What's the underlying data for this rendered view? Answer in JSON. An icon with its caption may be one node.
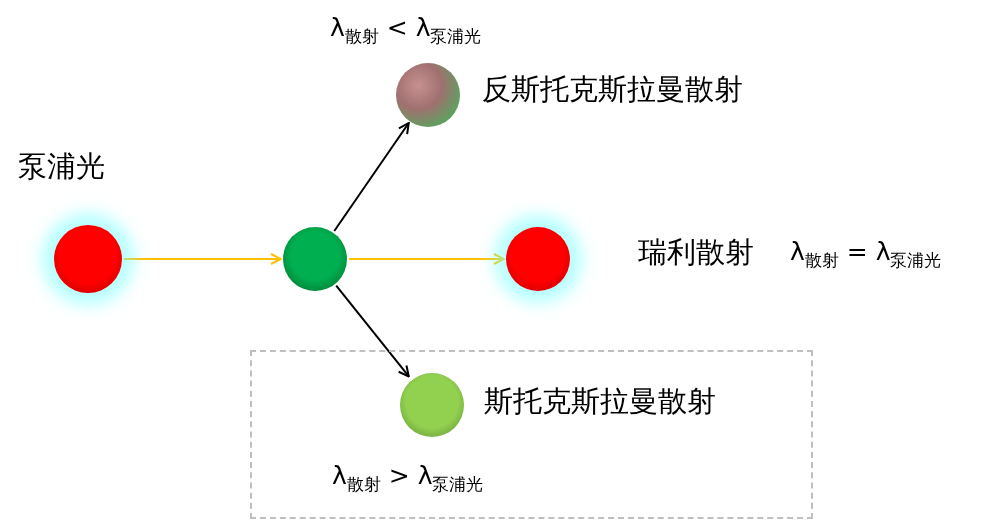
{
  "diagram": {
    "nodes": [
      {
        "text": [],
        "shape": "circle",
        "beside": [
          "泵浦光"
        ]
      },
      {
        "text": [],
        "shape": "circle"
      },
      {
        "text": [],
        "shape": "circle",
        "beside": [
          "反斯托克斯拉曼散射",
          "λ$_{散射}$ < λ$_{泵浦光}$"
        ]
      },
      {
        "text": [],
        "shape": "circle",
        "beside": [
          "瑞利散射",
          "λ$_{散射}$ = λ$_{泵浦光}$"
        ]
      },
      {
        "text": [
          "斯托克斯拉曼散射",
          "λ$_{散射}$ > λ$_{泵浦光}$"
        ]
      },
      {
        "text": [],
        "shape": "circle",
        "in": 4
      }
    ],
    "edges": [
      {
        "from": 0,
        "to": 1,
        "arrow": "to",
        "color": "#ffc000"
      },
      {
        "from": 1,
        "to": 3,
        "arrow": "to",
        "color": "#ffc000"
      },
      {
        "from": 1,
        "to": 2,
        "arrow": "to",
        "color": "#000000"
      },
      {
        "from": 1,
        "to": 5,
        "arrow": "to",
        "color": "#000000"
      }
    ]
  }
}
